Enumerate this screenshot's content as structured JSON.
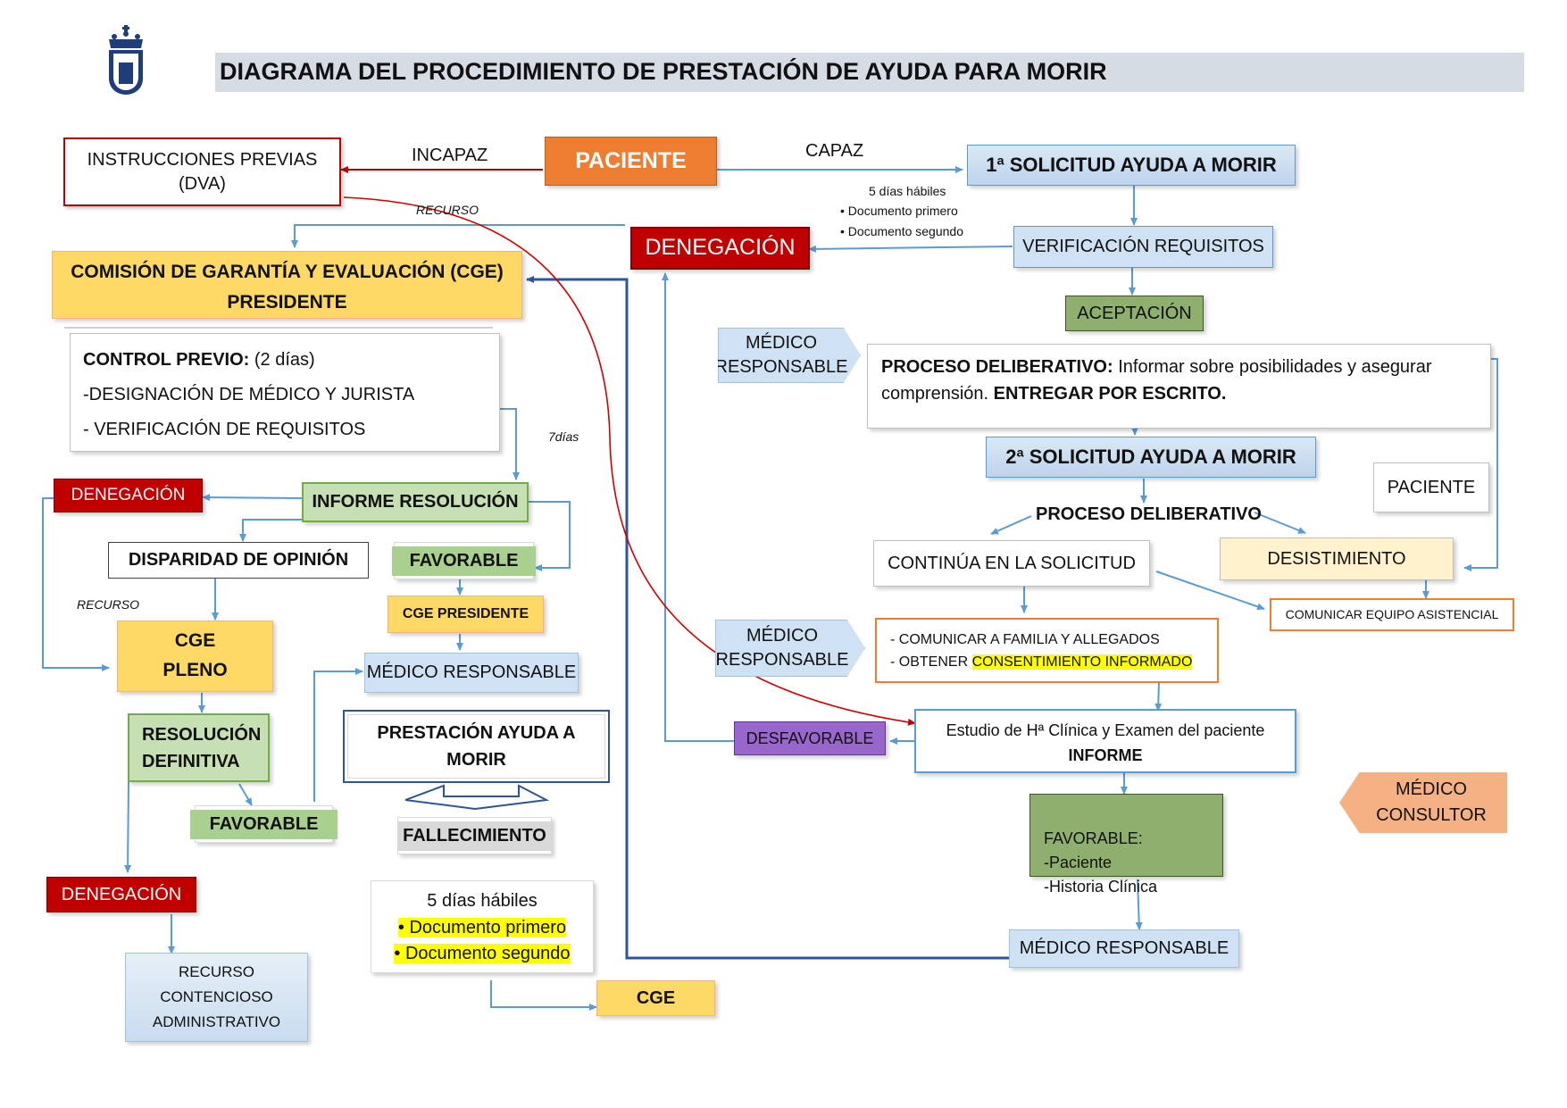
{
  "header": {
    "title": "DIAGRAMA DEL PROCEDIMIENTO DE PRESTACIÓN DE AYUDA PARA MORIR"
  },
  "colors": {
    "title_bar": "#d6dce4",
    "orange": "#ed7d31",
    "dark_red": "#c00000",
    "blue_box": "#cfe2f3",
    "green_light": "#c6e0b4",
    "green_mid": "#a9d08e",
    "green_dark": "#8faf6f",
    "gold": "#ffd966",
    "purple": "#9966cc",
    "salmon": "#f4b183",
    "blue_line": "#5b9bd5",
    "navy_line": "#2f5597",
    "red_line": "#d00000"
  },
  "nodes": {
    "instrucciones": "INSTRUCCIONES PREVIAS\n(DVA)",
    "paciente_top": "PACIENTE",
    "solicitud1": "1ª SOLICITUD AYUDA A MORIR",
    "denegacion_top": "DENEGACIÓN",
    "verificacion": "VERIFICACIÓN REQUISITOS",
    "aceptacion": "ACEPTACIÓN",
    "cge_title": "COMISIÓN DE GARANTÍA Y EVALUACIÓN (CGE)",
    "cge_sub": "PRESIDENTE",
    "control_previo_bold": "CONTROL PREVIO:",
    "control_previo_rest": " (2 días)",
    "control_line2": "-DESIGNACIÓN DE MÉDICO Y JURISTA",
    "control_line3": "- VERIFICACIÓN DE REQUISITOS",
    "medico_resp_1": "MÉDICO\nRESPONSABLE",
    "proceso_delib_bold": "PROCESO DELIBERATIVO:",
    "proceso_delib_text": " Informar sobre posibilidades y asegurar comprensión.",
    "proceso_delib_bold2": " ENTREGAR POR ESCRITO.",
    "solicitud2": "2ª SOLICITUD AYUDA A MORIR",
    "paciente_right": "PACIENTE",
    "proceso_deliberativo": "PROCESO DELIBERATIVO",
    "continua": "CONTINÚA EN LA SOLICITUD",
    "desistimiento": "DESISTIMIENTO",
    "comunicar_equipo": "COMUNICAR EQUIPO ASISTENCIAL",
    "medico_resp_2": "MÉDICO\nRESPONSABLE",
    "comunicar_familia": "- COMUNICAR A FAMILIA Y ALLEGADOS",
    "obtener_prefix": "- OBTENER ",
    "consentimiento": "CONSENTIMIENTO INFORMADO",
    "denegacion_left": "DENEGACIÓN",
    "informe_resolucion": "INFORME RESOLUCIÓN",
    "disparidad": "DISPARIDAD DE OPINIÓN",
    "favorable_1": "FAVORABLE",
    "cge_presidente": "CGE PRESIDENTE",
    "cge_pleno": "CGE\nPLENO",
    "medico_resp_3": "MÉDICO RESPONSABLE",
    "resolucion_def": "RESOLUCIÓN\nDEFINITIVA",
    "prestacion": "PRESTACIÓN AYUDA A\nMORIR",
    "favorable_2": "FAVORABLE",
    "fallecimiento": "FALLECIMIENTO",
    "denegacion_bottom": "DENEGACIÓN",
    "cinco_dias": "5 días hábiles",
    "doc_primero": "• Documento primero",
    "doc_segundo": "• Documento segundo",
    "recurso_cont": "RECURSO\nCONTENCIOSO\nADMINISTRATIVO",
    "cge_bottom": "CGE",
    "desfavorable": "DESFAVORABLE",
    "estudio_line1": "Estudio de Hª Clínica y Examen del paciente",
    "estudio_line2": "INFORME",
    "favorable_box": "FAVORABLE:\n-Paciente\n-Historia Clínica",
    "medico_resp_4": "MÉDICO RESPONSABLE",
    "medico_consultor": "MÉDICO\nCONSULTOR"
  },
  "labels": {
    "incapaz": "INCAPAZ",
    "capaz": "CAPAZ",
    "recurso_top": "RECURSO",
    "recurso_left": "RECURSO",
    "siete_dias": "7días",
    "cinco_dias_top": "5 días hábiles",
    "doc_primero_top": "• Documento primero",
    "doc_segundo_top": "• Documento segundo"
  },
  "icons": {
    "logo": "castilla-la-mancha-crest-icon"
  }
}
